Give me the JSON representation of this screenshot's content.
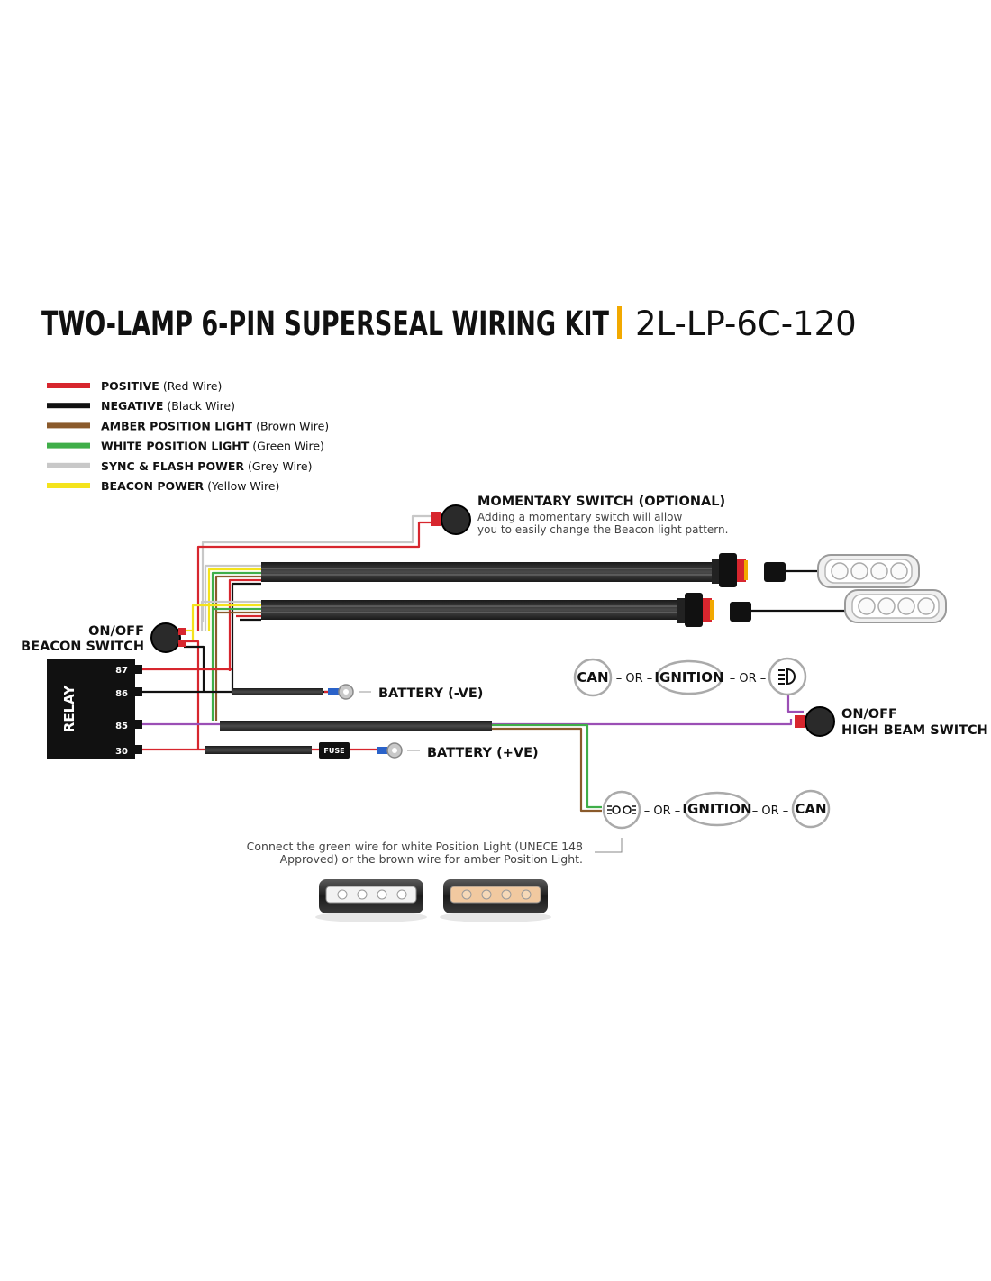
{
  "title": {
    "main": "TWO-LAMP 6-PIN SUPERSEAL WIRING KIT",
    "separator": "|",
    "code": "2L-LP-6C-120"
  },
  "legend": [
    {
      "label": "POSITIVE",
      "detail": "(Red Wire)",
      "color": "#d7262e"
    },
    {
      "label": "NEGATIVE",
      "detail": "(Black Wire)",
      "color": "#111111"
    },
    {
      "label": "AMBER POSITION LIGHT",
      "detail": "(Brown Wire)",
      "color": "#8a5a2b"
    },
    {
      "label": "WHITE POSITION LIGHT",
      "detail": "(Green Wire)",
      "color": "#3fae49"
    },
    {
      "label": "SYNC & FLASH POWER",
      "detail": "(Grey Wire)",
      "color": "#c8c8c8"
    },
    {
      "label": "BEACON POWER",
      "detail": "(Yellow Wire)",
      "color": "#f4e31c"
    }
  ],
  "colors": {
    "red": "#d7262e",
    "black": "#111111",
    "brown": "#8a5a2b",
    "green": "#3fae49",
    "grey": "#c8c8c8",
    "yellow": "#f4e31c",
    "purple": "#9b4fb5",
    "accent": "#f2a900"
  },
  "momentary_switch": {
    "title": "MOMENTARY SWITCH (OPTIONAL)",
    "desc_line1": "Adding a momentary switch will allow",
    "desc_line2": "you to easily change the Beacon light pattern."
  },
  "beacon_switch": {
    "line1": "ON/OFF",
    "line2": "BEACON SWITCH"
  },
  "relay": {
    "label": "RELAY",
    "pins": [
      "87",
      "86",
      "85",
      "30"
    ]
  },
  "battery_neg": "BATTERY (-VE)",
  "battery_pos": "BATTERY (+VE)",
  "fuse": "FUSE",
  "high_beam_switch": {
    "line1": "ON/OFF",
    "line2": "HIGH BEAM SWITCH"
  },
  "high_beam_options": {
    "first": "CAN",
    "or1": "– OR –",
    "second": "IGNITION",
    "or2": "– OR –",
    "third_icon": "high-beam-icon"
  },
  "position_options": {
    "first_icon": "position-light-icon",
    "or1": "– OR –",
    "second": "IGNITION",
    "or2": "– OR –",
    "third": "CAN"
  },
  "note": {
    "line1": "Connect the green wire for white Position Light (UNECE 148",
    "line2": "Approved) or the brown wire for amber Position Light."
  },
  "position_lamps": [
    {
      "icon": "white-position-lamp-icon",
      "tint": "#f2f2f2"
    },
    {
      "icon": "amber-position-lamp-icon",
      "tint": "#f1c9a0"
    }
  ]
}
